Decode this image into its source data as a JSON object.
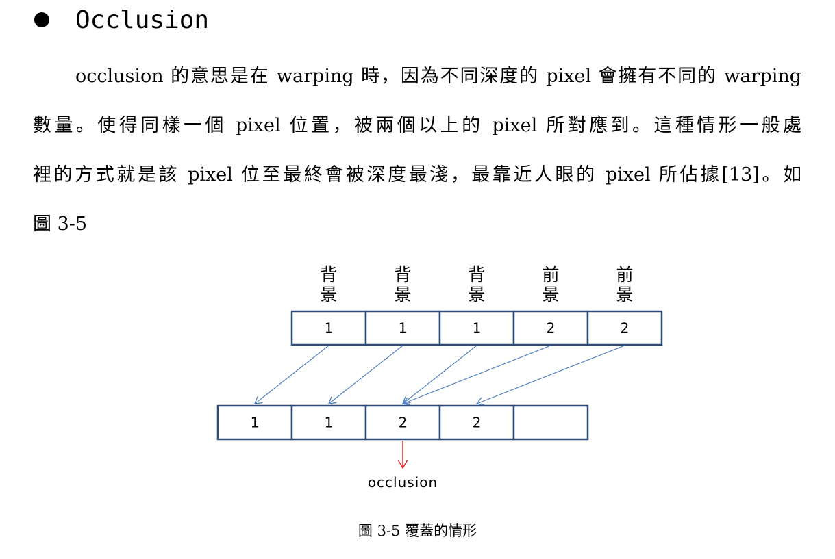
{
  "heading": {
    "bullet_icon": "filled-circle-bullet-icon",
    "text": "Occlusion"
  },
  "paragraph": {
    "lines": [
      "occlusion 的意思是在 warping 時，因為不同深度的 pixel 會擁有不同的 warping",
      "數量。使得同樣一個 pixel 位置，被兩個以上的 pixel 所對應到。這種情形一般處",
      "裡的方式就是該 pixel 位至最終會被深度最淺，最靠近人眼的 pixel 所佔據[13]。如",
      "圖 3-5"
    ]
  },
  "figure": {
    "top_labels": [
      "背\n景",
      "背\n景",
      "背\n景",
      "前\n景",
      "前\n景"
    ],
    "top_cells": [
      "1",
      "1",
      "1",
      "2",
      "2"
    ],
    "bottom_cells": [
      "1",
      "1",
      "2",
      "2",
      ""
    ],
    "mapping": [
      [
        0,
        0
      ],
      [
        1,
        1
      ],
      [
        2,
        2
      ],
      [
        3,
        2
      ],
      [
        4,
        3
      ]
    ],
    "occlusion_label": "occlusion",
    "arrow_color": "#4f7fbf",
    "occlusion_arrow_color": "#e02020",
    "cell_border_color": "#2f4a74"
  },
  "caption": "圖  3-5 覆蓋的情形"
}
